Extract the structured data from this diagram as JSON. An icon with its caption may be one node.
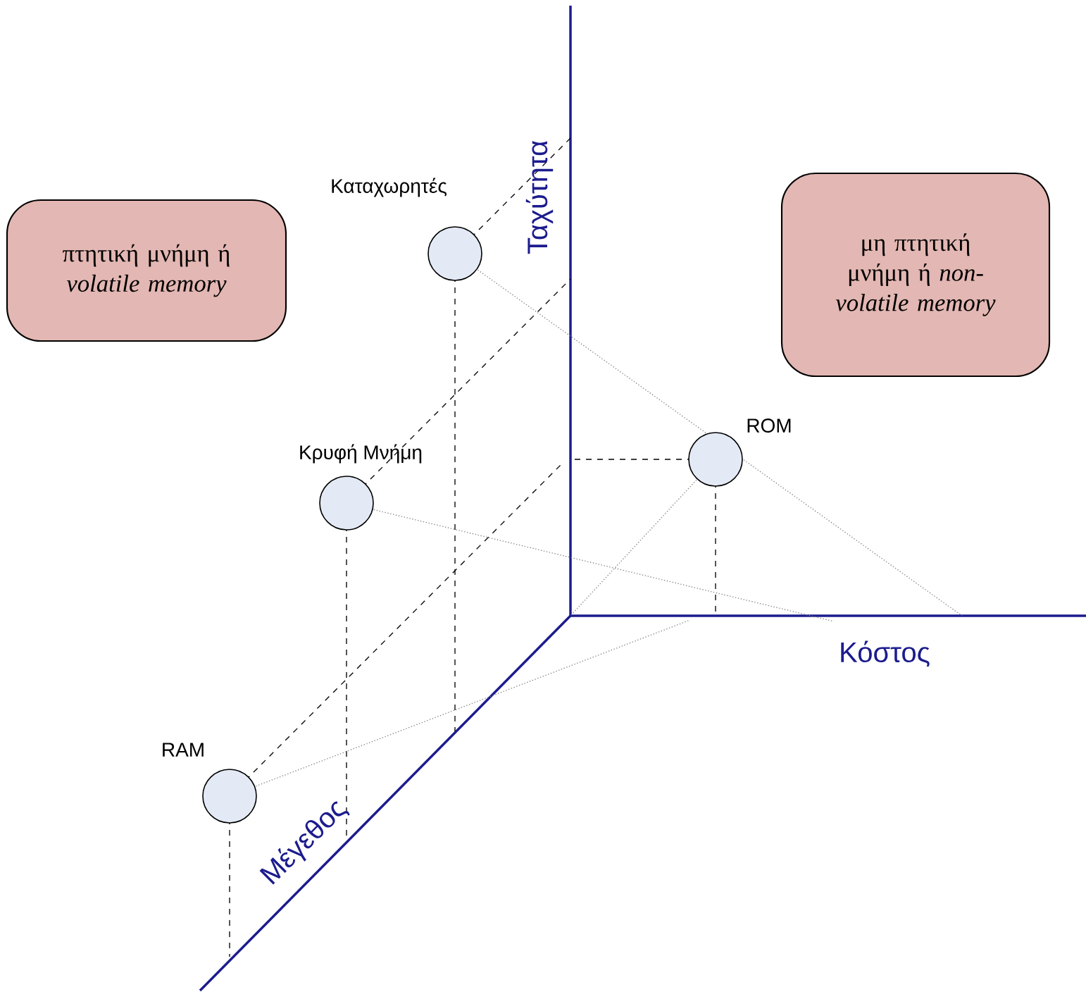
{
  "diagram": {
    "nodes": [
      {
        "text": [
          "πτητική μνήμη ή *volatile memory*"
        ]
      },
      {
        "text": [],
        "shape": "circle",
        "beside": [
          "Καταχωρητές"
        ]
      },
      {
        "text": [
          "μη πτητική μνήμη ή *non-volatile memory*"
        ]
      },
      {
        "text": [],
        "shape": "circle",
        "beside": [
          "Κρυφή Μνήμη"
        ]
      },
      {
        "text": [],
        "shape": "circle",
        "beside": [
          "ROM"
        ]
      },
      {
        "text": [],
        "shape": "circle",
        "beside": [
          "RAM"
        ]
      }
    ],
    "labels": [
      "Ταχύτητα",
      "Κόστος",
      "Μέγεθος"
    ]
  }
}
